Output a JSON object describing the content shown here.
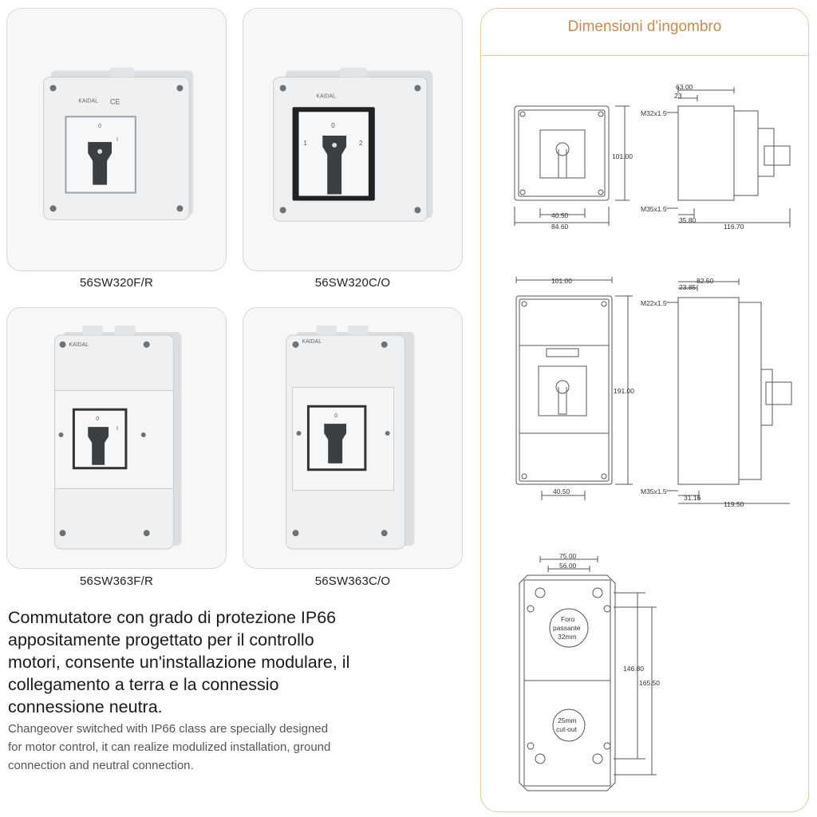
{
  "products": [
    {
      "model": "56SW320F/R",
      "brand": "KAIDAL",
      "handle_labels": [
        "0",
        "I"
      ]
    },
    {
      "model": "56SW320C/O",
      "brand": "KAIDAL",
      "handle_labels": [
        "1",
        "0",
        "2"
      ]
    },
    {
      "model": "56SW363F/R",
      "brand": "KAIDAL",
      "handle_labels": [
        "0",
        "I"
      ]
    },
    {
      "model": "56SW363C/O",
      "brand": "KAIDAL",
      "handle_labels": [
        "0"
      ]
    }
  ],
  "description": {
    "italian_lines": [
      "Commutatore con grado di protezione IP66",
      "appositamente progettato per il controllo",
      "motori, consente un'installazione modulare, il",
      "collegamento a terra e la connessio",
      "connessione neutra."
    ],
    "english_lines": [
      "Changeover switched with IP66 class are specially designed",
      "for motor control, it can realize modulized installation, ground",
      "connection and neutral connection."
    ]
  },
  "dimensions": {
    "title": "Dimensioni d'ingombro",
    "drawing1": {
      "width": "84.60",
      "inner": "40.50",
      "height": "101.00",
      "depth": "63.00",
      "top_offset": "23",
      "gland_top": "M32x1.5",
      "gland_bottom": "M35x1.5",
      "bottom_offset": "35.80",
      "total_depth": "116.70"
    },
    "drawing2": {
      "width": "101.00",
      "inner": "40.50",
      "height": "191.00",
      "depth": "82.50",
      "top_offset": "23.85",
      "gland_top": "M22x1.5",
      "gland_bottom": "M35x1.5",
      "bottom_offset": "31.16",
      "total_depth": "119.50"
    },
    "drawing3": {
      "outer": "75.00",
      "inner": "56.00",
      "hole_top_line1": "Foro",
      "hole_top_line2": "passante",
      "hole_top_line3": "32mm",
      "hole_bottom_line1": "25mm",
      "hole_bottom_line2": "cut-out",
      "height_inner": "146.80",
      "height_outer": "165.50"
    }
  },
  "colors": {
    "accent": "#c78b4e",
    "panel_border": "#e3c7a6",
    "knob": "#3a3f42",
    "enclosure": "#f2f3f4"
  }
}
